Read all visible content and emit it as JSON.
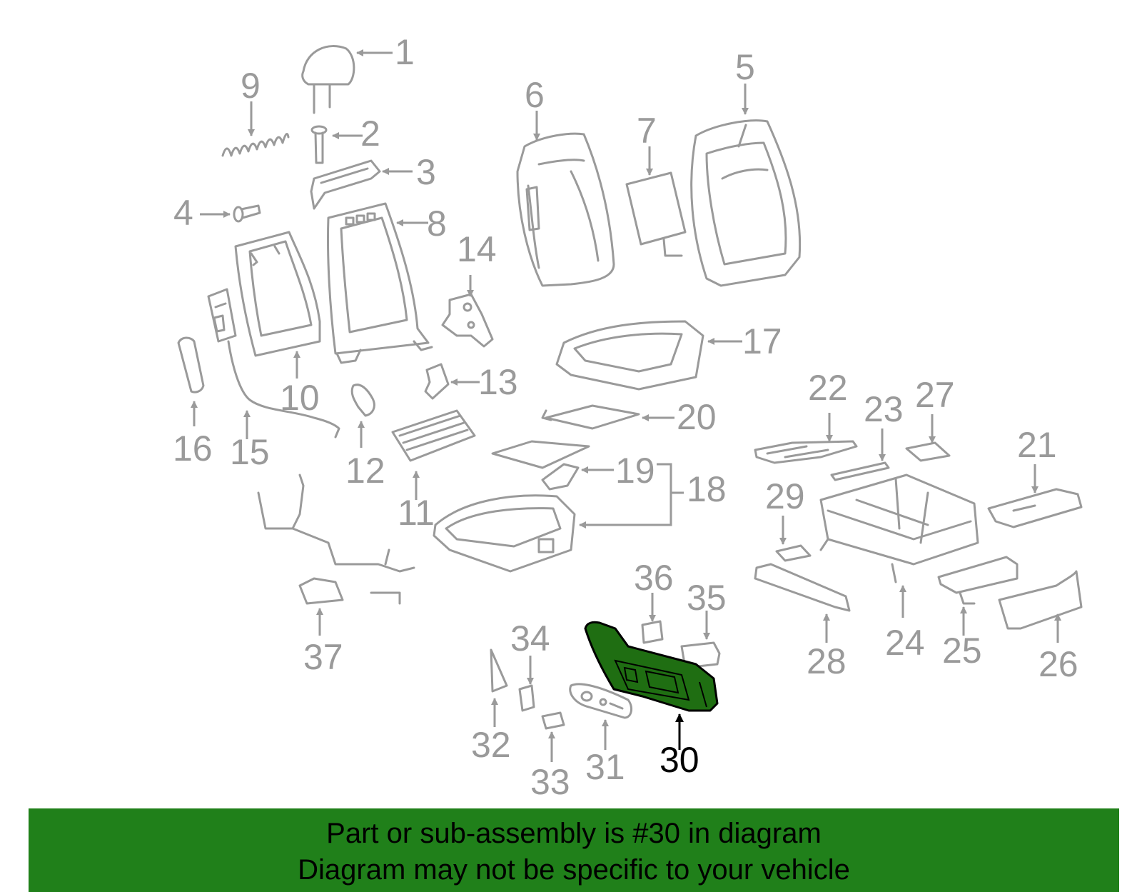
{
  "diagram": {
    "highlight_color": "#1f6e12",
    "line_color": "#9a9a9a",
    "highlighted_callout": "30",
    "callouts": {
      "c1": "1",
      "c2": "2",
      "c3": "3",
      "c4": "4",
      "c5": "5",
      "c6": "6",
      "c7": "7",
      "c8": "8",
      "c9": "9",
      "c10": "10",
      "c11": "11",
      "c12": "12",
      "c13": "13",
      "c14": "14",
      "c15": "15",
      "c16": "16",
      "c17": "17",
      "c18": "18",
      "c19": "19",
      "c20": "20",
      "c21": "21",
      "c22": "22",
      "c23": "23",
      "c24": "24",
      "c25": "25",
      "c26": "26",
      "c27": "27",
      "c28": "28",
      "c29": "29",
      "c30": "30",
      "c31": "31",
      "c32": "32",
      "c33": "33",
      "c34": "34",
      "c35": "35",
      "c36": "36",
      "c37": "37"
    }
  },
  "banner": {
    "background": "#20801a",
    "line1": "Part or sub-assembly is #30 in diagram",
    "line2": "Diagram may not be specific to your vehicle"
  }
}
